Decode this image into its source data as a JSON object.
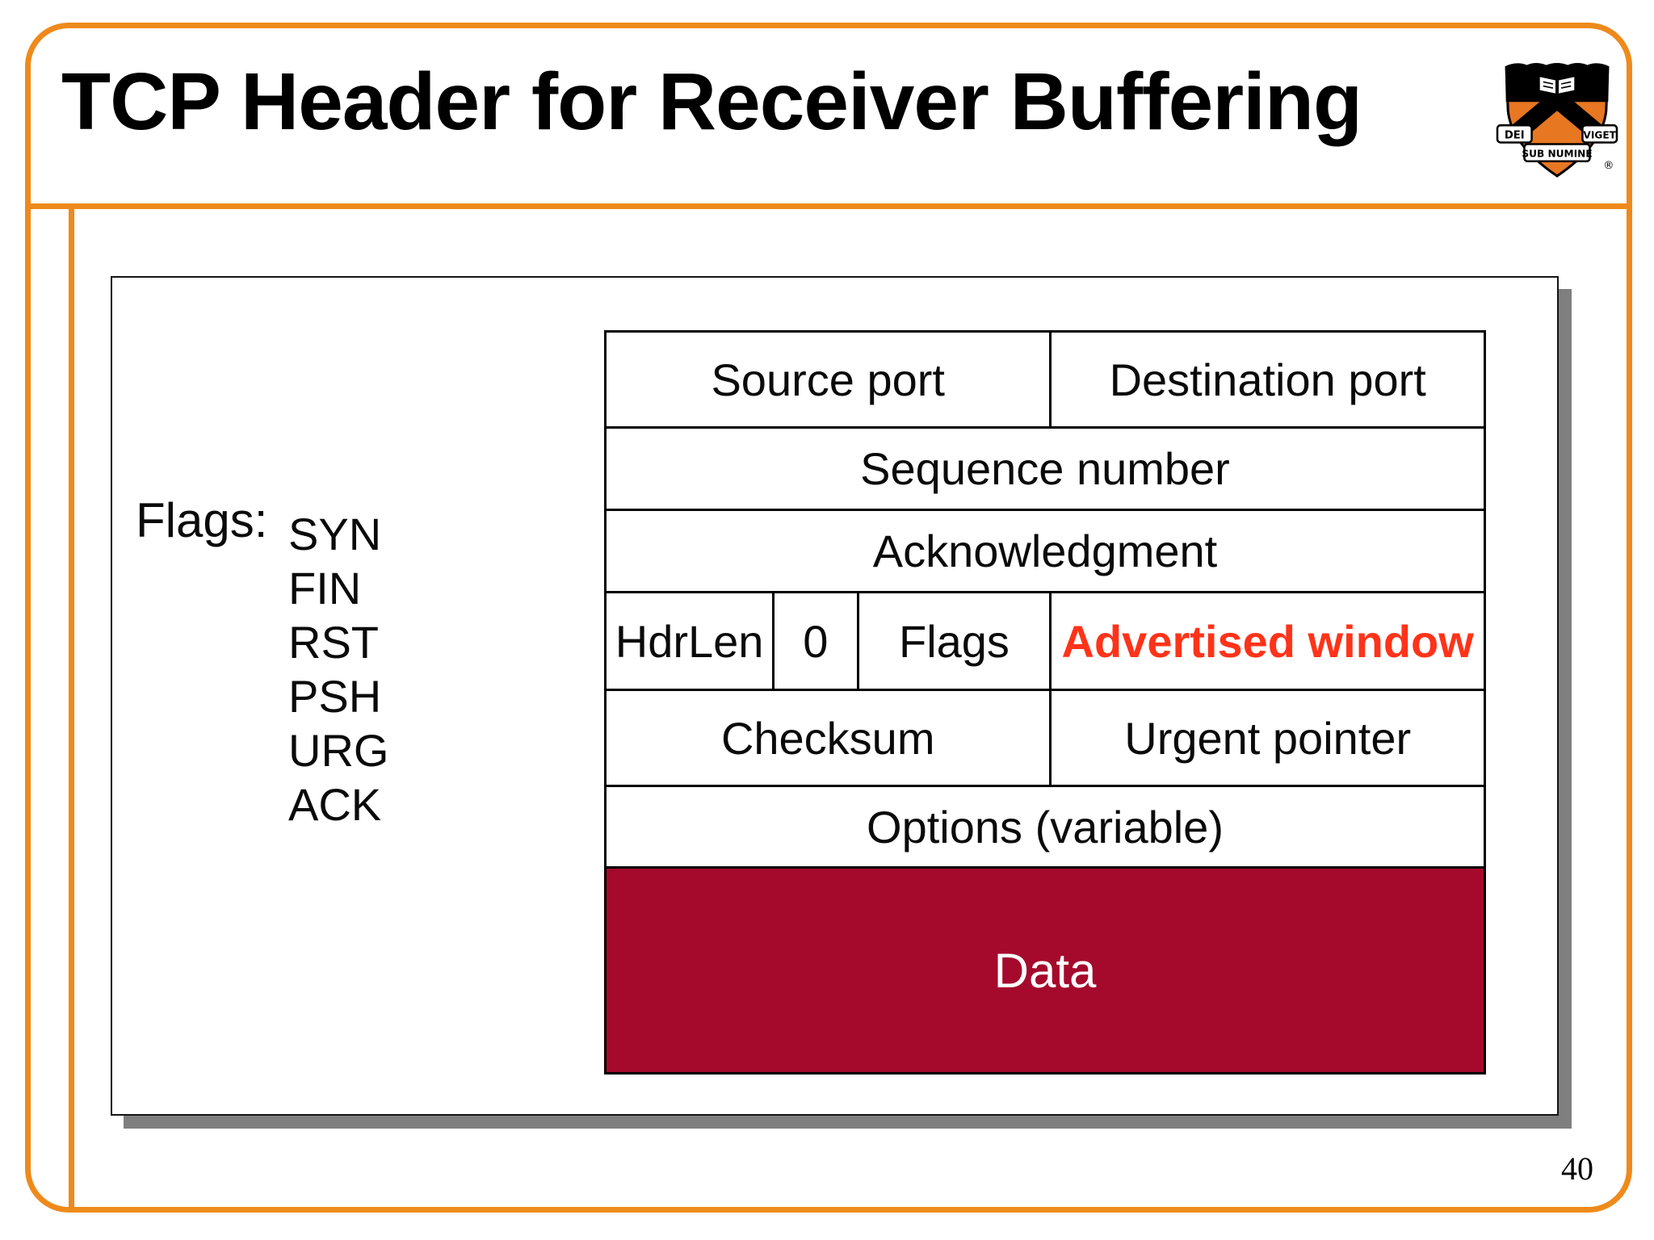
{
  "slide_title": "TCP Header for Receiver Buffering",
  "page_number": "40",
  "flags_panel": {
    "label": "Flags:",
    "items": [
      "SYN",
      "FIN",
      "RST",
      "PSH",
      "URG",
      "ACK"
    ]
  },
  "tcp_header_table": {
    "rows": [
      {
        "cells": [
          {
            "text": "Source port"
          },
          {
            "text": "Destination port"
          }
        ]
      },
      {
        "cells": [
          {
            "text": "Sequence number"
          }
        ]
      },
      {
        "cells": [
          {
            "text": "Acknowledgment"
          }
        ]
      },
      {
        "cells": [
          {
            "text": "HdrLen"
          },
          {
            "text": "0"
          },
          {
            "text": "Flags"
          },
          {
            "text": "Advertised window"
          }
        ]
      },
      {
        "cells": [
          {
            "text": "Checksum"
          },
          {
            "text": "Urgent pointer"
          }
        ]
      },
      {
        "cells": [
          {
            "text": "Options (variable)"
          }
        ]
      },
      {
        "cells": [
          {
            "text": "Data"
          }
        ]
      }
    ]
  },
  "logo": {
    "name": "princeton-university-shield",
    "motto_left": "DEI",
    "motto_center": "SUB NUMINE",
    "motto_right": "VIGET",
    "registered_mark": "®"
  },
  "colors": {
    "accent_orange": "#EE8A1B",
    "logo_orange": "#E87722",
    "data_row_red": "#A50A2C",
    "advertised_window_red": "#FF3319",
    "shadow_gray": "#7F7F7F",
    "border_black": "#000000"
  }
}
